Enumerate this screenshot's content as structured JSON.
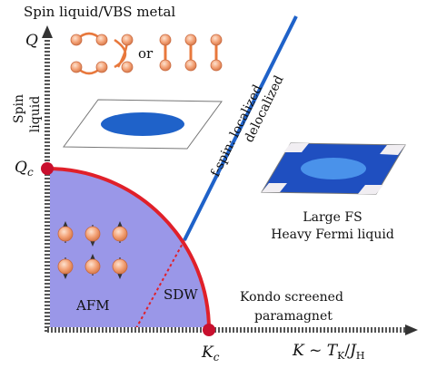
{
  "labels": {
    "title_top": "Spin liquid/VBS metal",
    "or": "or",
    "axis_y_var": "Q",
    "axis_y_label_1": "Spin",
    "axis_y_label_2": "liquid",
    "qc": "Q",
    "qc_sub": "c",
    "kc": "K",
    "kc_sub": "c",
    "axis_x_formula_k": "K",
    "axis_x_formula_tilde": " ~ ",
    "axis_x_formula_t": "T",
    "axis_x_formula_tsub": "K",
    "axis_x_formula_slash": "/",
    "axis_x_formula_j": "J",
    "axis_x_formula_jsub": "H",
    "line_label_1": "f-spin: localized",
    "line_label_2": "delocalized",
    "large_fs": "Large FS",
    "heavy_fermi": "Heavy Fermi liquid",
    "afm": "AFM",
    "sdw": "SDW",
    "kondo_1": "Kondo screened",
    "kondo_2": "paramagnet"
  },
  "colors": {
    "phase_fill": "#9a97e8",
    "phase_border": "#e0202a",
    "critical_point": "#c8102e",
    "transition_line": "#1f62c9",
    "fermi_blue": "#1f4fc0",
    "fermi_light": "#3f8ae6",
    "spin_ball": "#f3a074",
    "spin_ball_edge": "#c8683e",
    "singlet_link": "#e8783c"
  }
}
